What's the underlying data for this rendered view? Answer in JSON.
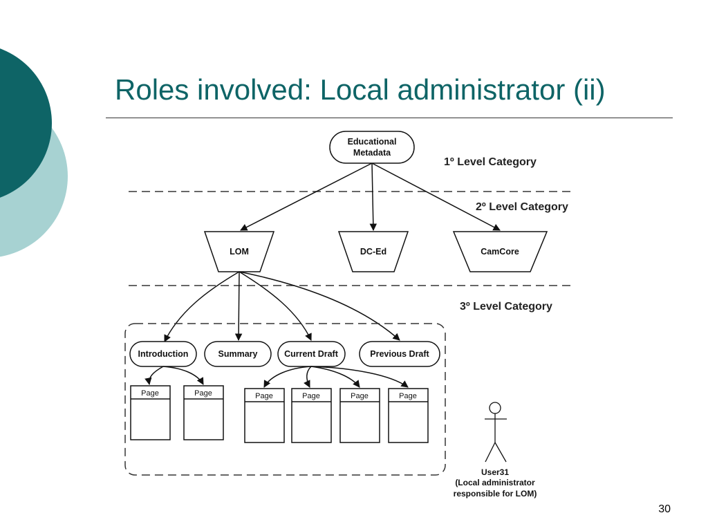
{
  "slide": {
    "title": "Roles involved: Local administrator (ii)",
    "page_number": "30",
    "colors": {
      "title": "#0e6466",
      "decoration_dark": "#0e6466",
      "decoration_light": "#a7d2d2"
    }
  },
  "diagram": {
    "levels": {
      "first": "1º Level Category",
      "second": "2º Level Category",
      "third": "3º Level Category"
    },
    "root": {
      "line1": "Educational",
      "line2": "Metadata"
    },
    "level2": {
      "lom": "LOM",
      "dc_ed": "DC-Ed",
      "camcore": "CamCore"
    },
    "level3": {
      "introduction": "Introduction",
      "summary": "Summary",
      "current_draft": "Current Draft",
      "previous_draft": "Previous Draft"
    },
    "page_label": "Page",
    "actor": {
      "line1": "User31",
      "line2": "(Local administrator",
      "line3": "responsible for LOM)"
    }
  }
}
